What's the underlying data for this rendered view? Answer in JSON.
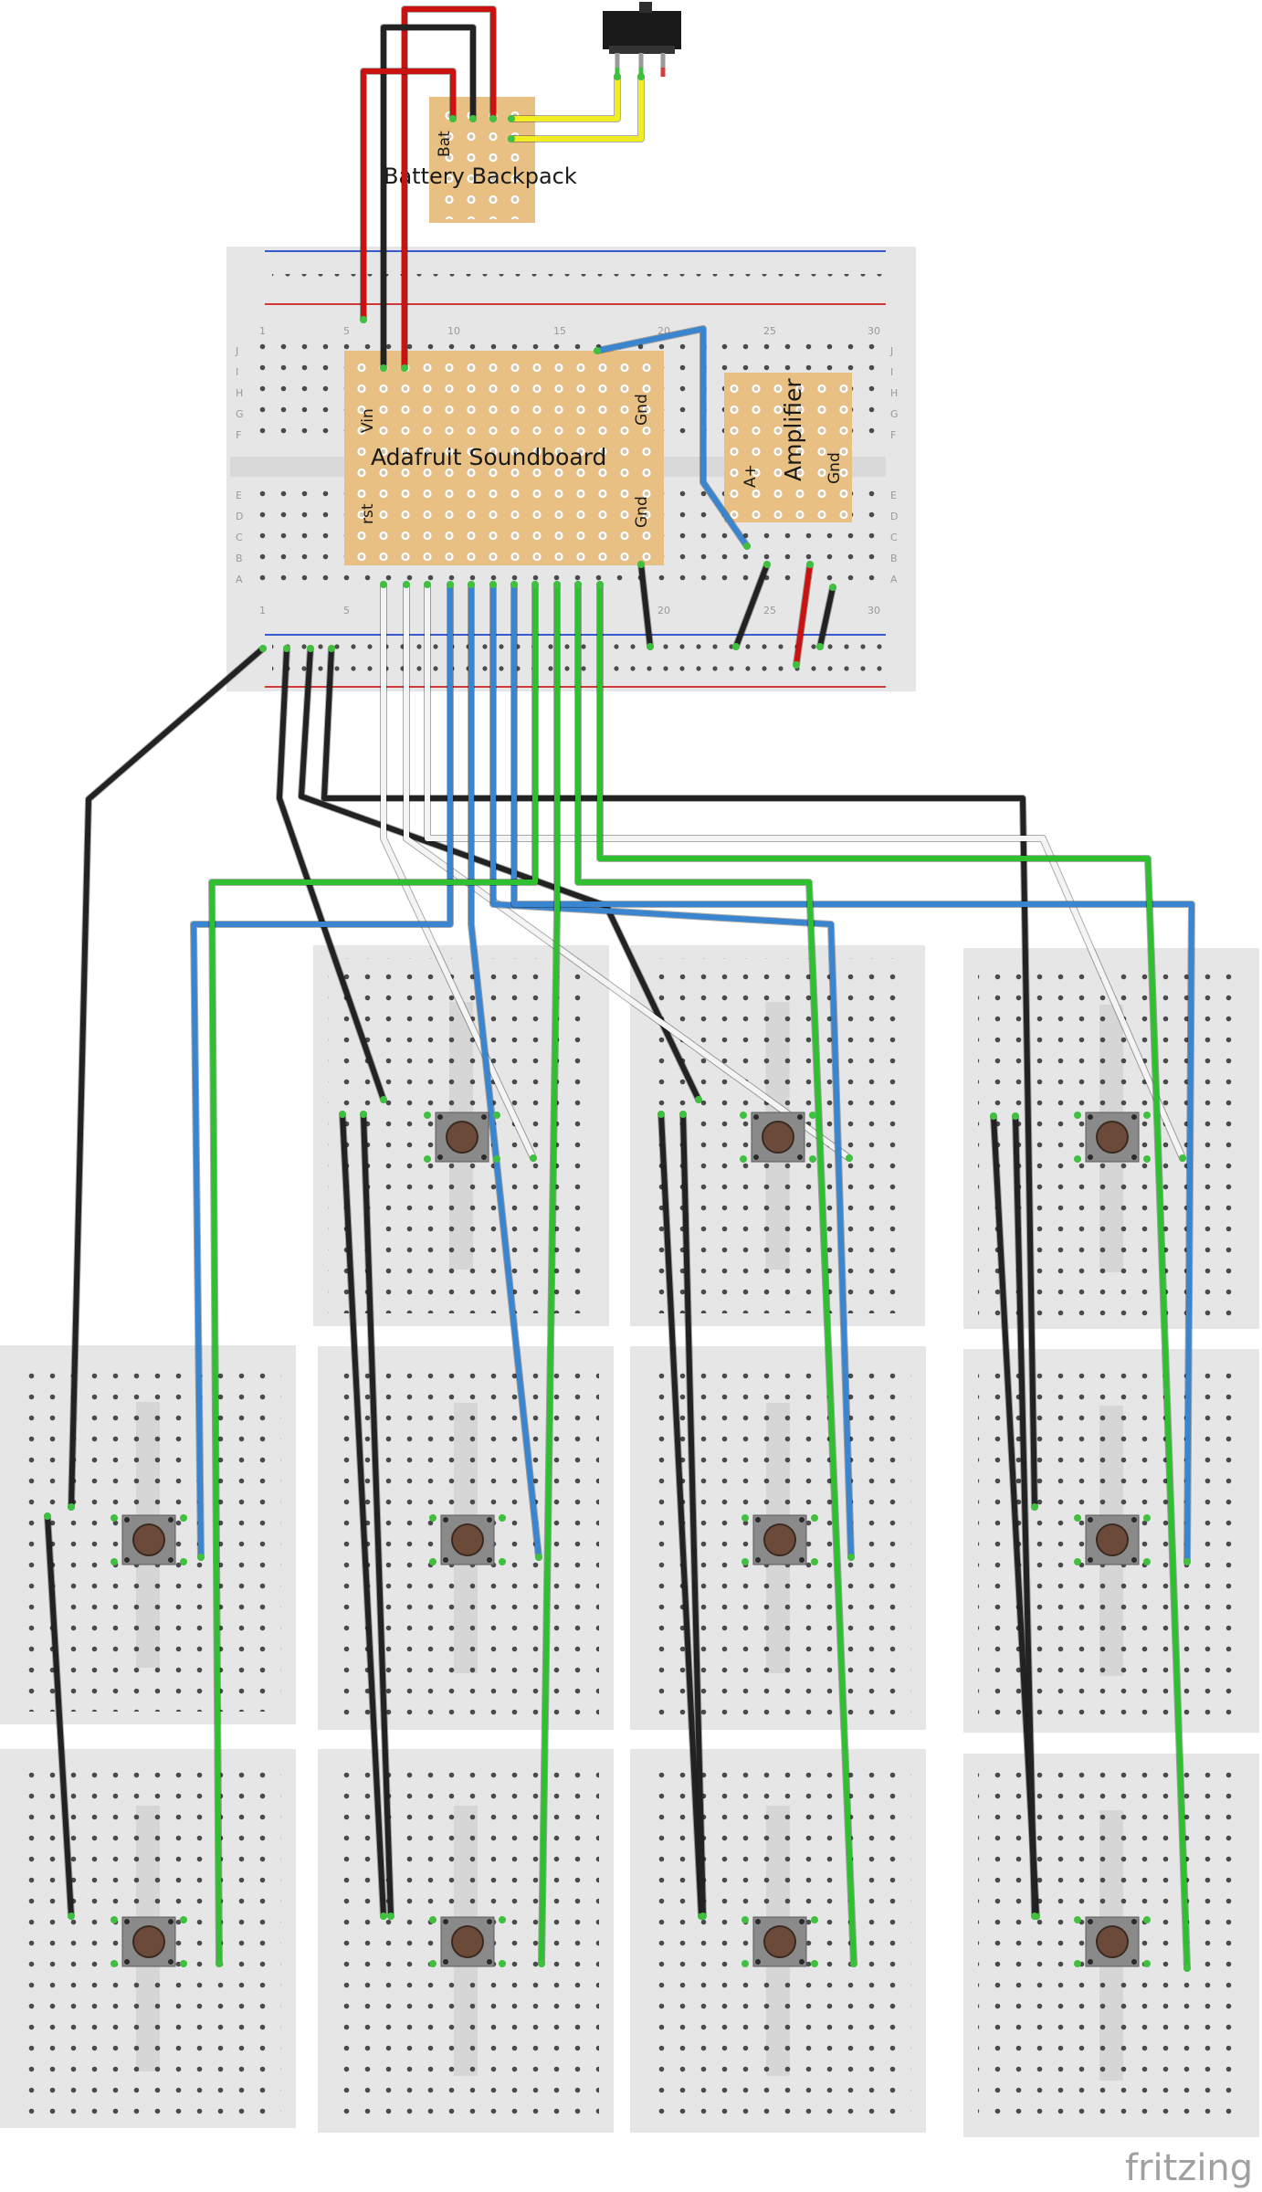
{
  "labels": {
    "battery_title": "Battery Backpack",
    "battery_pin": "Bat",
    "soundboard_title": "Adafruit Soundboard",
    "soundboard_vin": "Vin",
    "soundboard_gnd_top": "Gnd",
    "soundboard_gnd_bottom": "Gnd",
    "soundboard_rst": "rst",
    "amplifier_title": "Amplifier",
    "amplifier_aplus": "A+",
    "amplifier_gnd": "Gnd",
    "watermark": "fritzing"
  },
  "breadboard_rows": {
    "top": [
      "J",
      "I",
      "H",
      "G",
      "F"
    ],
    "bottom": [
      "E",
      "D",
      "C",
      "B",
      "A"
    ]
  },
  "breadboard_cols": [
    "1",
    "5",
    "10",
    "15",
    "20",
    "25",
    "30"
  ],
  "colors": {
    "black": "#222222",
    "red": "#cc1111",
    "yellow": "#f2ec22",
    "blue": "#3a85d0",
    "green": "#2fc02f",
    "white": "#f4f4f4",
    "perfboard": "#e8c083",
    "breadboard": "#e4e4e4"
  },
  "components": {
    "switch": "slide-switch-icon",
    "button": "tactile-button-icon",
    "button_count": 11
  }
}
